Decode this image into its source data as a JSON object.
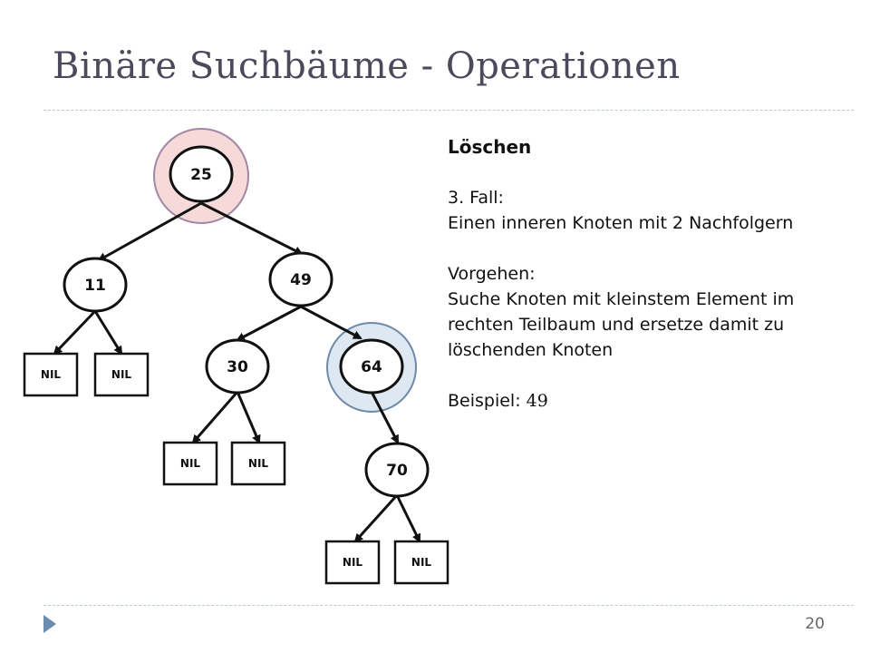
{
  "slide": {
    "title": "Binäre Suchbäume - Operationen",
    "page_number": "20"
  },
  "text": {
    "heading": "Löschen",
    "case_lines": [
      "3. Fall:",
      "Einen inneren Knoten mit 2 Nachfolgern"
    ],
    "procedure_lines": [
      "Vorgehen:",
      "Suche Knoten mit kleinstem Element im",
      "rechten Teilbaum und ersetze damit zu",
      "löschenden Knoten"
    ],
    "example_label": "Beispiel:",
    "example_value": "49"
  },
  "tree": {
    "nodes": [
      {
        "id": "n25",
        "label": "25",
        "highlight": "delete"
      },
      {
        "id": "n11",
        "label": "11"
      },
      {
        "id": "n49",
        "label": "49"
      },
      {
        "id": "n30",
        "label": "30"
      },
      {
        "id": "n64",
        "label": "64",
        "highlight": "replacement"
      },
      {
        "id": "n70",
        "label": "70"
      }
    ],
    "leaf_label": "NIL",
    "colors": {
      "delete_fill": "#f6dada",
      "delete_stroke": "#a387a6",
      "replacement_fill": "#dde8f3",
      "replacement_stroke": "#6f89a8",
      "node_fill": "#ffffff",
      "edge": "#111111"
    }
  }
}
